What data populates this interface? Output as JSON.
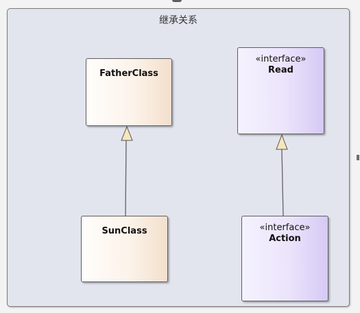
{
  "diagram": {
    "frame_title": "继承关系",
    "classes": [
      {
        "id": "father",
        "stereotype": "",
        "name": "FatherClass"
      },
      {
        "id": "sun",
        "stereotype": "",
        "name": "SunClass"
      }
    ],
    "interfaces": [
      {
        "id": "read",
        "stereotype": "«interface»",
        "name": "Read"
      },
      {
        "id": "action",
        "stereotype": "«interface»",
        "name": "Action"
      }
    ],
    "relations": [
      {
        "type": "generalization",
        "from": "SunClass",
        "to": "FatherClass"
      },
      {
        "type": "generalization",
        "from": "Action",
        "to": "Read"
      }
    ],
    "colors": {
      "class_fill": "#fcf3ea",
      "interface_fill": "#ebe4fb",
      "frame_fill": "#e2e5ee",
      "arrowhead_fill": "#f7e6bd",
      "border": "#5c5c5c"
    }
  }
}
